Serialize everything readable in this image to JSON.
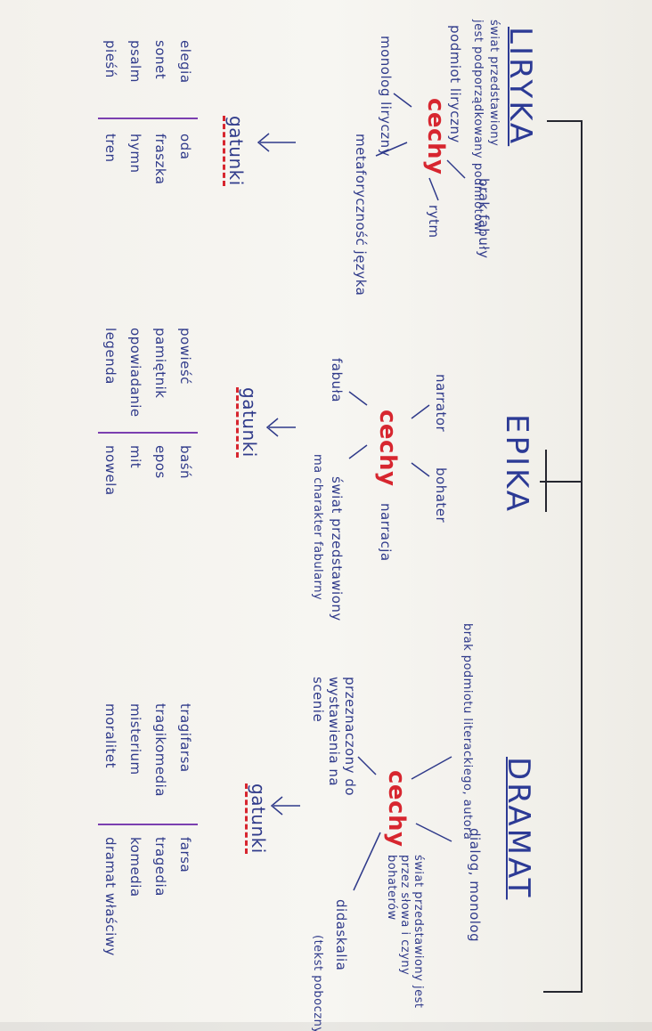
{
  "liryka": {
    "title": "LIRYKA",
    "cechy": "cechy",
    "features": [
      "świat przedstawiony",
      "jest podporządkowany podmiotowi",
      "brak fabuły",
      "podmiot liryczny",
      "rytm",
      "monolog liryczny",
      "metaforyczność języka"
    ],
    "gatunki_title": "gatunki",
    "genres_left": [
      "elegia",
      "sonet",
      "psalm",
      "pieśń"
    ],
    "genres_right": [
      "oda",
      "fraszka",
      "hymn",
      "tren"
    ]
  },
  "epika": {
    "title": "EPIKA",
    "cechy": "cechy",
    "features": [
      "narrator",
      "bohater",
      "narracja",
      "fabuła",
      "świat przedstawiony",
      "ma charakter fabularny"
    ],
    "gatunki_title": "gatunki",
    "genres_left": [
      "powieść",
      "pamiętnik",
      "opowiadanie",
      "legenda"
    ],
    "genres_right": [
      "baśń",
      "epos",
      "mit",
      "nowela"
    ]
  },
  "dramat": {
    "title": "DRAMAT",
    "cechy": "cechy",
    "features": [
      "brak podmiotu literackiego, autora",
      "dialog, monolog",
      "świat przedstawiony jest przez słowa i czyny bohaterów",
      "przeznaczony do wystawienia na scenie",
      "didaskalia",
      "(tekst poboczny)"
    ],
    "gatunki_title": "gatunki",
    "genres_left": [
      "tragifarsa",
      "tragikomedia",
      "misterium",
      "moralitet"
    ],
    "genres_right": [
      "farsa",
      "tragedia",
      "komedia",
      "dramat właściwy"
    ]
  },
  "colors": {
    "ink": "#2f3a8a",
    "red": "#d7262f",
    "purple": "#7b3fb0",
    "paper": "#f5f3ee"
  }
}
